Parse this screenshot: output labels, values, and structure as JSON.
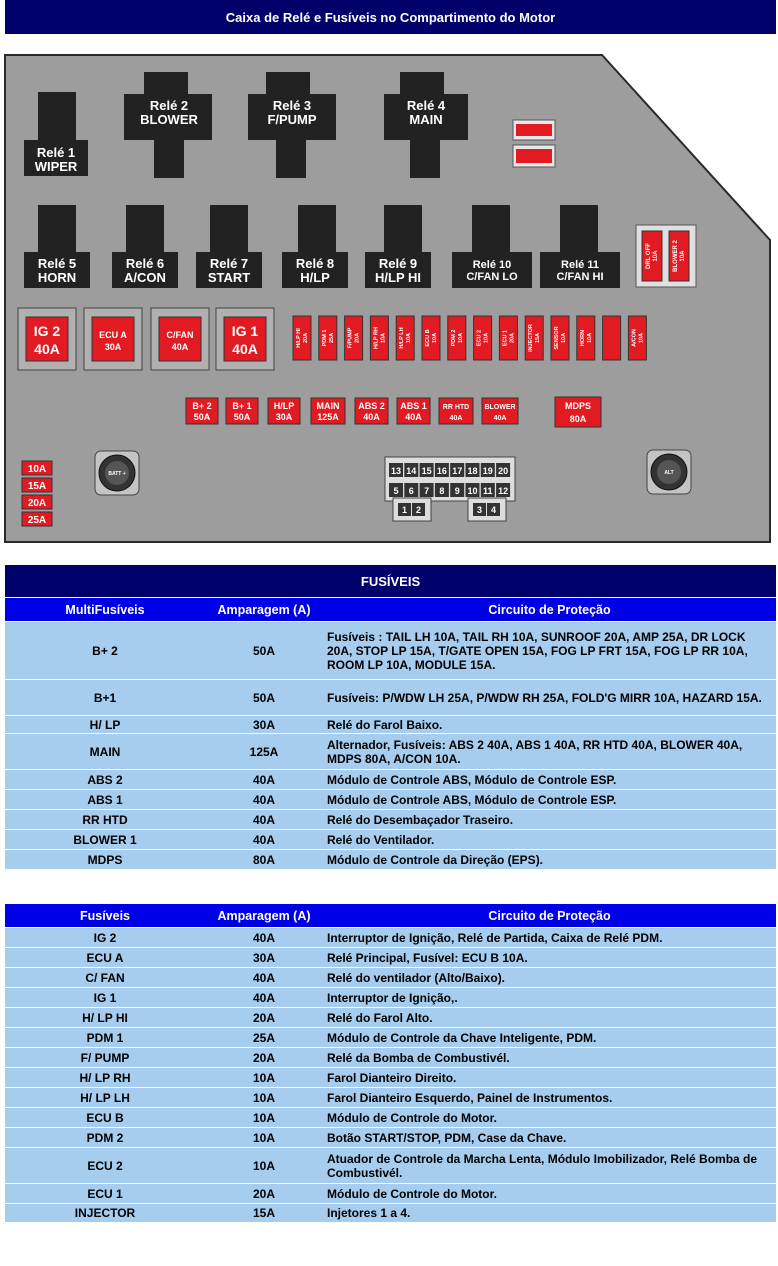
{
  "title": "Caixa de Relé e Fusíveis no Compartimento do Motor",
  "diagram": {
    "relays": [
      {
        "l1": "Relé 1",
        "l2": "WIPER"
      },
      {
        "l1": "Relé 2",
        "l2": "BLOWER"
      },
      {
        "l1": "Relé 3",
        "l2": "F/PUMP"
      },
      {
        "l1": "Relé 4",
        "l2": "MAIN"
      },
      {
        "l1": "Relé 5",
        "l2": "HORN"
      },
      {
        "l1": "Relé 6",
        "l2": "A/CON"
      },
      {
        "l1": "Relé 7",
        "l2": "START"
      },
      {
        "l1": "Relé 8",
        "l2": "H/LP"
      },
      {
        "l1": "Relé 9",
        "l2": "H/LP HI"
      },
      {
        "l1": "Relé 10",
        "l2": "C/FAN LO"
      },
      {
        "l1": "Relé 11",
        "l2": "C/FAN HI"
      }
    ],
    "big_fuses": [
      {
        "name": "IG 2",
        "amp": "40A"
      },
      {
        "name": "ECU A",
        "amp": "30A"
      },
      {
        "name": "C/FAN",
        "amp": "40A"
      },
      {
        "name": "IG 1",
        "amp": "40A"
      }
    ],
    "mini_fuses": [
      {
        "name": "H/LP HI",
        "amp": "20A"
      },
      {
        "name": "PDM 1",
        "amp": "25A"
      },
      {
        "name": "F/PUMP",
        "amp": "20A"
      },
      {
        "name": "H/LP RH",
        "amp": "10A"
      },
      {
        "name": "H/LP LH",
        "amp": "10A"
      },
      {
        "name": "ECU B",
        "amp": "10A"
      },
      {
        "name": "PDM 2",
        "amp": "10A"
      },
      {
        "name": "ECU 2",
        "amp": "10A"
      },
      {
        "name": "ECU 1",
        "amp": "20A"
      },
      {
        "name": "INJECTOR",
        "amp": "15A"
      },
      {
        "name": "SENSOR",
        "amp": "10A"
      },
      {
        "name": "HORN",
        "amp": "10A"
      },
      {
        "name": "",
        "amp": ""
      },
      {
        "name": "A/CON",
        "amp": "10A"
      }
    ],
    "drl_fuses": [
      {
        "name": "DRL OFF",
        "amp": "10A"
      },
      {
        "name": "BLOWER 2",
        "amp": "10A"
      }
    ],
    "multi_fuses": [
      {
        "name": "B+ 2",
        "amp": "50A"
      },
      {
        "name": "B+ 1",
        "amp": "50A"
      },
      {
        "name": "H/LP",
        "amp": "30A"
      },
      {
        "name": "MAIN",
        "amp": "125A"
      },
      {
        "name": "ABS 2",
        "amp": "40A"
      },
      {
        "name": "ABS 1",
        "amp": "40A"
      },
      {
        "name": "RR HTD",
        "amp": "40A"
      },
      {
        "name": "BLOWER",
        "amp": "40A"
      }
    ],
    "mdps": {
      "name": "MDPS",
      "amp": "80A"
    },
    "spares": [
      "10A",
      "15A",
      "20A",
      "25A"
    ],
    "batt": "BATT +",
    "alt": "ALT",
    "connector_top": [
      "13",
      "14",
      "15",
      "16",
      "17",
      "18",
      "19",
      "20"
    ],
    "connector_mid": [
      "5",
      "6",
      "7",
      "8",
      "9",
      "10",
      "11",
      "12"
    ],
    "connector_bottom": [
      "1",
      "2",
      "3",
      "4"
    ]
  },
  "multi_table": {
    "section_title": "FUSÍVEIS",
    "headers": [
      "MultiFusíveis",
      "Amparagem (A)",
      "Circuito de Proteção"
    ],
    "rows": [
      [
        "B+ 2",
        "50A",
        "Fusíveis : TAIL LH 10A, TAIL RH 10A, SUNROOF 20A, AMP 25A, DR LOCK 20A, STOP LP 15A, T/GATE OPEN 15A, FOG LP FRT 15A, FOG LP RR 10A, ROOM LP 10A, MODULE 15A."
      ],
      [
        "B+1",
        "50A",
        "Fusíveis: P/WDW LH 25A, P/WDW RH 25A, FOLD'G MIRR 10A, HAZARD 15A."
      ],
      [
        "H/ LP",
        "30A",
        "Relé do Farol Baixo."
      ],
      [
        "MAIN",
        "125A",
        "Alternador, Fusíveis: ABS 2 40A, ABS 1 40A, RR HTD 40A, BLOWER 40A, MDPS 80A, A/CON 10A."
      ],
      [
        "ABS 2",
        "40A",
        "Módulo de Controle ABS, Módulo de Controle ESP."
      ],
      [
        "ABS 1",
        "40A",
        "Módulo de Controle ABS, Módulo de Controle ESP."
      ],
      [
        "RR HTD",
        "40A",
        "Relé do Desembaçador Traseiro."
      ],
      [
        "BLOWER 1",
        "40A",
        "Relé do Ventilador."
      ],
      [
        "MDPS",
        "80A",
        "Módulo de Controle da Direção (EPS)."
      ]
    ]
  },
  "fuse_table": {
    "headers": [
      "Fusíveis",
      "Amparagem (A)",
      "Circuito de Proteção"
    ],
    "rows": [
      [
        "IG 2",
        "40A",
        "Interruptor de Ignição, Relé de Partida, Caixa de Relé PDM."
      ],
      [
        "ECU A",
        "30A",
        "Relé Principal, Fusível: ECU B 10A."
      ],
      [
        "C/ FAN",
        "40A",
        "Relé do ventilador (Alto/Baixo)."
      ],
      [
        "IG 1",
        "40A",
        "Interruptor de Ignição,."
      ],
      [
        "H/ LP HI",
        "20A",
        "Relé do Farol Alto."
      ],
      [
        "PDM 1",
        "25A",
        "Módulo de Controle da Chave Inteligente, PDM."
      ],
      [
        "F/ PUMP",
        "20A",
        "Relé da Bomba de Combustivél."
      ],
      [
        "H/ LP RH",
        "10A",
        "Farol Dianteiro Direito."
      ],
      [
        "H/ LP LH",
        "10A",
        "Farol Dianteiro Esquerdo, Painel de Instrumentos."
      ],
      [
        "ECU B",
        "10A",
        "Módulo de Controle do Motor."
      ],
      [
        "PDM 2",
        "10A",
        "Botão START/STOP, PDM, Case da Chave."
      ],
      [
        "ECU 2",
        "10A",
        "Atuador de Controle da Marcha Lenta, Módulo Imobilizador, Relé Bomba de Combustivél."
      ],
      [
        "ECU 1",
        "20A",
        "Módulo de Controle do Motor."
      ],
      [
        "INJECTOR",
        "15A",
        "Injetores 1 a 4."
      ]
    ]
  }
}
